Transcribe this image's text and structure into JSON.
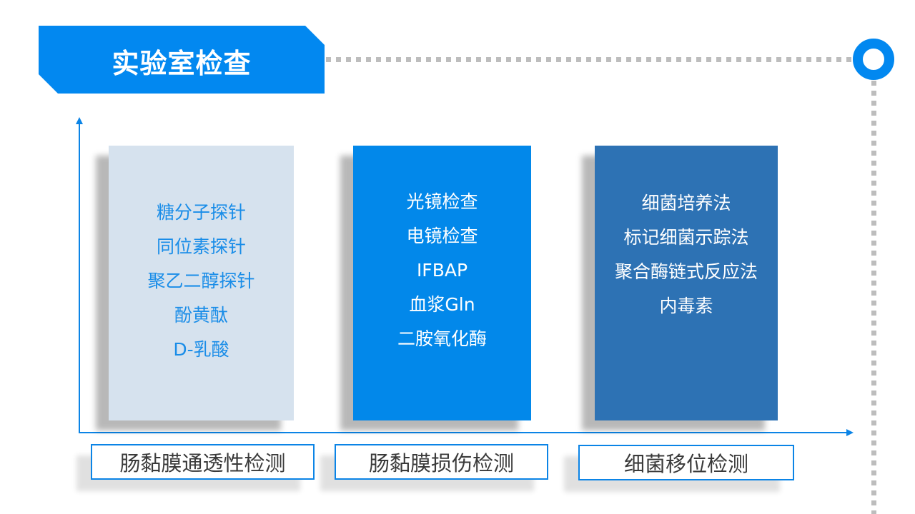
{
  "title": "实验室检查",
  "colors": {
    "accent": "#0288f0",
    "card1": "#d6e2ee",
    "card2": "#0288ea",
    "card3": "#2d72b4",
    "dots": "#bdbdbd"
  },
  "columns": [
    {
      "label": "肠黏膜通透性检测",
      "items": [
        "糖分子探针",
        "同位素探针",
        "聚乙二醇探针",
        "酚黄酞",
        "D-乳酸"
      ]
    },
    {
      "label": "肠黏膜损伤检测",
      "items": [
        "光镜检查",
        "电镜检查",
        "IFBAP",
        "血浆Gln",
        "二胺氧化酶"
      ]
    },
    {
      "label": "细菌移位检测",
      "items": [
        "细菌培养法",
        "标记细菌示踪法",
        "聚合酶链式反应法",
        "内毒素"
      ]
    }
  ]
}
